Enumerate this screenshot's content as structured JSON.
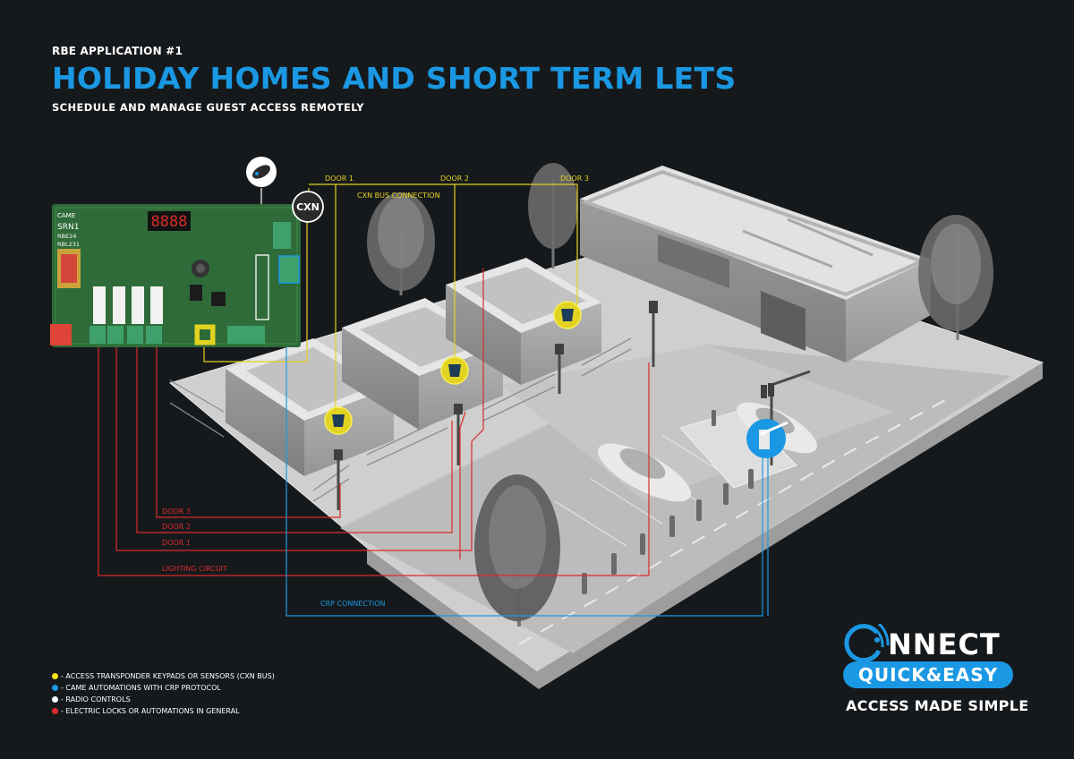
{
  "header": {
    "kicker": "RBE APPLICATION #1",
    "title": "HOLIDAY HOMES AND SHORT TERM LETS",
    "subtitle": "SCHEDULE AND MANAGE GUEST ACCESS REMOTELY"
  },
  "board": {
    "brand": "CAME",
    "model_lines": [
      "SRN1",
      "RBE24",
      "RBL231"
    ],
    "display": "8888",
    "bus_badge": "CXN"
  },
  "wiring_labels": {
    "door1_top": "DOOR 1",
    "door2_top": "DOOR 2",
    "door3_top": "DOOR 3",
    "cxn_bus": "CXN BUS CONNECTION",
    "door3_lock": "DOOR 3",
    "door2_lock": "DOOR 2",
    "door1_lock": "DOOR 1",
    "lighting": "LIGHTING CIRCUIT",
    "crp": "CRP CONNECTION"
  },
  "legend": [
    {
      "color": "#f2e21c",
      "text": "- ACCESS TRANSPONDER KEYPADS OR SENSORS (CXN BUS)"
    },
    {
      "color": "#1a98e3",
      "text": "- CAME AUTOMATIONS WITH CRP PROTOCOL"
    },
    {
      "color": "#ffffff",
      "text": "- RADIO CONTROLS"
    },
    {
      "color": "#d92b2b",
      "text": "- ELECTRIC LOCKS OR AUTOMATIONS IN GENERAL"
    }
  ],
  "brand": {
    "word": "NNECT",
    "pill": "QUICK&EASY",
    "tagline": "ACCESS MADE SIMPLE"
  },
  "colors": {
    "background": "#16191c",
    "accent_blue": "#1a98e3",
    "cxn_yellow": "#e3d321",
    "lock_red": "#d92b2b",
    "pcb_green": "#2e6b39"
  },
  "icons": {
    "remote": "key-fob-icon",
    "keypad": "transponder-keypad-icon",
    "barrier": "barrier-gate-icon",
    "wifi": "wireless-signal-icon"
  }
}
